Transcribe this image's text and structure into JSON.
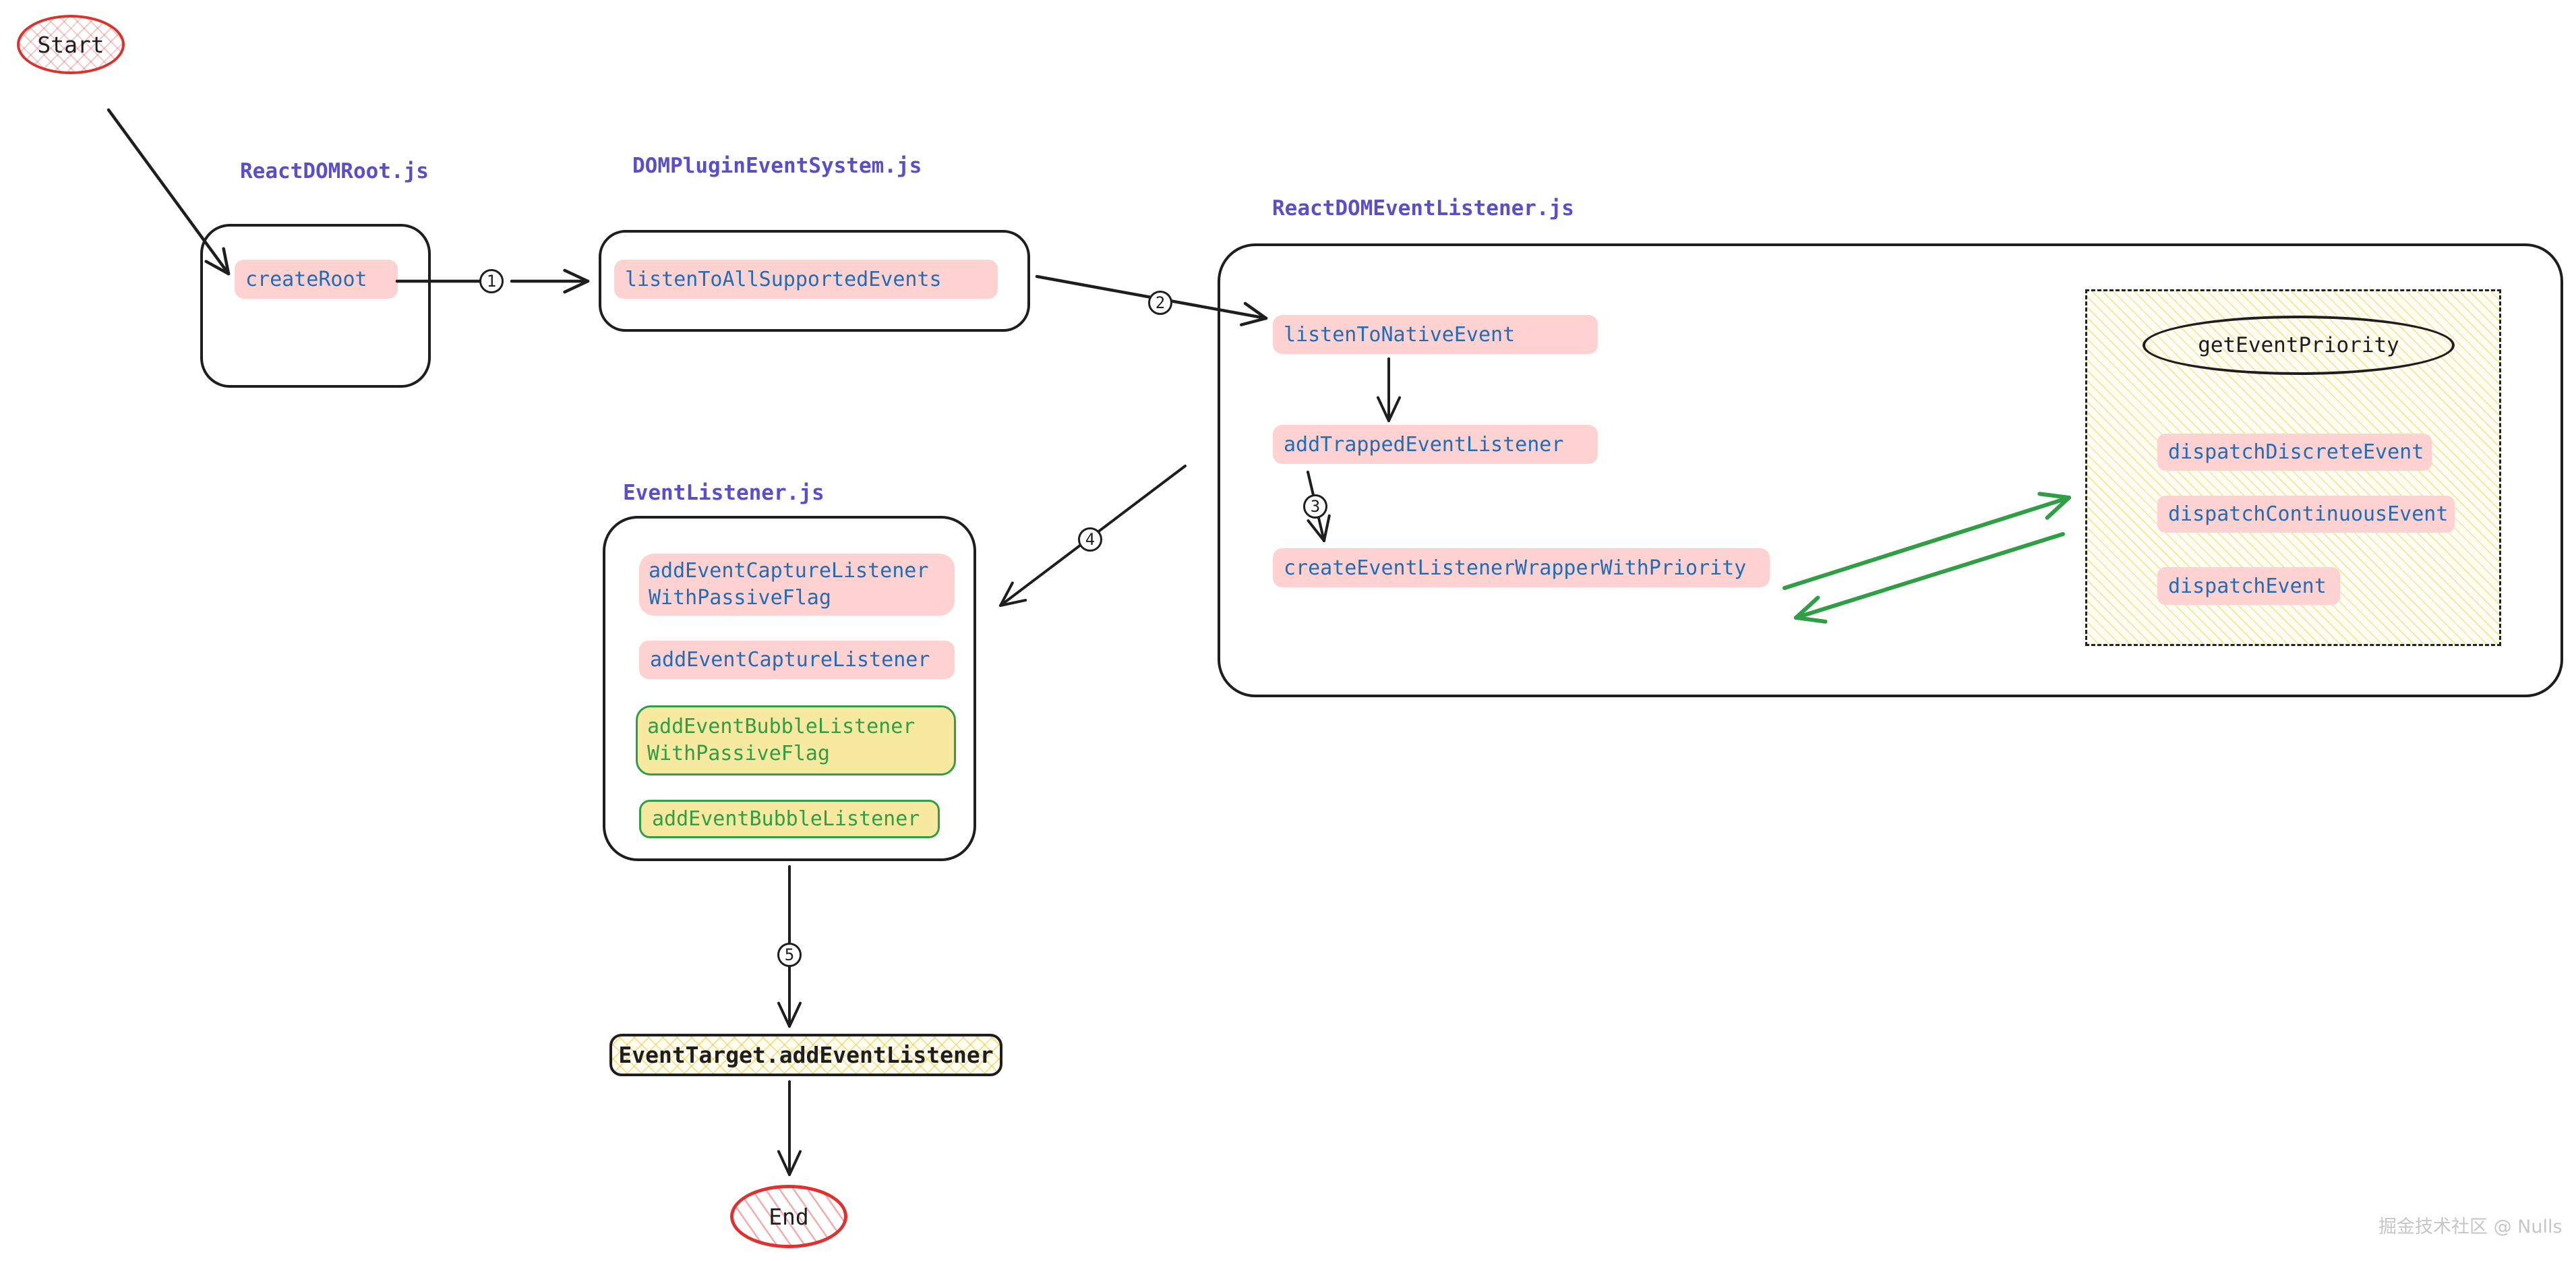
{
  "watermark": "掘金技术社区 @ Nulls",
  "steps": [
    "1",
    "2",
    "3",
    "4",
    "5"
  ],
  "terminals": {
    "start": "Start",
    "end": "End"
  },
  "colors": {
    "ink": "#1e1e1e",
    "pink_fill": "#ffd2d2",
    "blue_text": "#1f6cb9",
    "purple_title": "#5b4ec9",
    "green": "#2f9e44",
    "yellow_fill": "#f8e9a1",
    "red": "#e03131",
    "watermark_gray": "#c6c6c6"
  },
  "modules": {
    "react_dom_root": {
      "title": "ReactDOMRoot.js",
      "functions": {
        "create_root": "createRoot"
      }
    },
    "dom_plugin_event_system": {
      "title": "DOMPluginEventSystem.js",
      "functions": {
        "listen_to_all_supported_events": "listenToAllSupportedEvents"
      }
    },
    "react_dom_event_listener": {
      "title": "ReactDOMEventListener.js",
      "functions": {
        "listen_to_native_event": "listenToNativeEvent",
        "add_trapped_event_listener": "addTrappedEventListener",
        "create_event_listener_wrapper_with_priority": "createEventListenerWrapperWithPriority"
      },
      "priority_group": {
        "get_event_priority": "getEventPriority",
        "dispatch_discrete_event": "dispatchDiscreteEvent",
        "dispatch_continuous_event": "dispatchContinuousEvent",
        "dispatch_event": "dispatchEvent"
      }
    },
    "event_listener": {
      "title": "EventListener.js",
      "functions": {
        "add_event_capture_listener_with_passive_flag": [
          "addEventCaptureListener",
          "WithPassiveFlag"
        ],
        "add_event_capture_listener": "addEventCaptureListener",
        "add_event_bubble_listener_with_passive_flag": [
          "addEventBubbleListener",
          "WithPassiveFlag"
        ],
        "add_event_bubble_listener": "addEventBubbleListener"
      }
    }
  },
  "dom_api": {
    "event_target_add_event_listener": "EventTarget.addEventListener"
  }
}
